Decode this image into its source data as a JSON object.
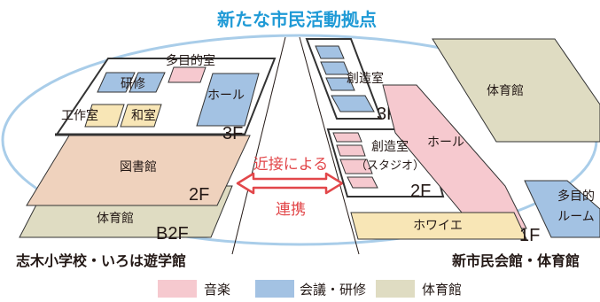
{
  "title": "新たな市民活動拠点",
  "colors": {
    "title": "#1f9ad6",
    "accent_red": "#e2474a",
    "music_pink": "#f6c9cf",
    "meeting_blue": "#a3c2e3",
    "gym_khaki": "#dfdcc2",
    "library_tan": "#efd2bd",
    "workshop_yellow": "#f8e6b6",
    "ellipse": "#a9cde9",
    "outline": "#333333"
  },
  "left_building": {
    "name": "志木小学校・いろは遊学館",
    "floors": {
      "f3": "3F",
      "f2": "2F",
      "b2f": "B2F"
    },
    "rooms": {
      "tamokuteki": "多目的室",
      "kenshu": "研修",
      "hall": "ホール",
      "kosakushitsu": "工作室",
      "washitsu": "和室",
      "toshokan": "図書館",
      "taiikukan": "体育館"
    }
  },
  "right_building": {
    "name": "新市民会館・体育館",
    "floors": {
      "f3": "3F",
      "f2": "2F",
      "f1": "1F"
    },
    "rooms": {
      "sozoshitsu": "創造室",
      "taiikukan": "体育館",
      "sozoshitsu_studio_1": "創造室",
      "sozoshitsu_studio_2": "（スタジオ）",
      "hall": "ホール",
      "tamokuteki_1": "多目的",
      "tamokuteki_2": "ルーム",
      "foyer": "ホワイエ"
    }
  },
  "center": {
    "proximity": "近接による",
    "link": "連携"
  },
  "legend": [
    {
      "label": "音楽",
      "color": "#f6c9cf"
    },
    {
      "label": "会議・研修",
      "color": "#a3c2e3"
    },
    {
      "label": "体育館",
      "color": "#dfdcc2"
    }
  ]
}
